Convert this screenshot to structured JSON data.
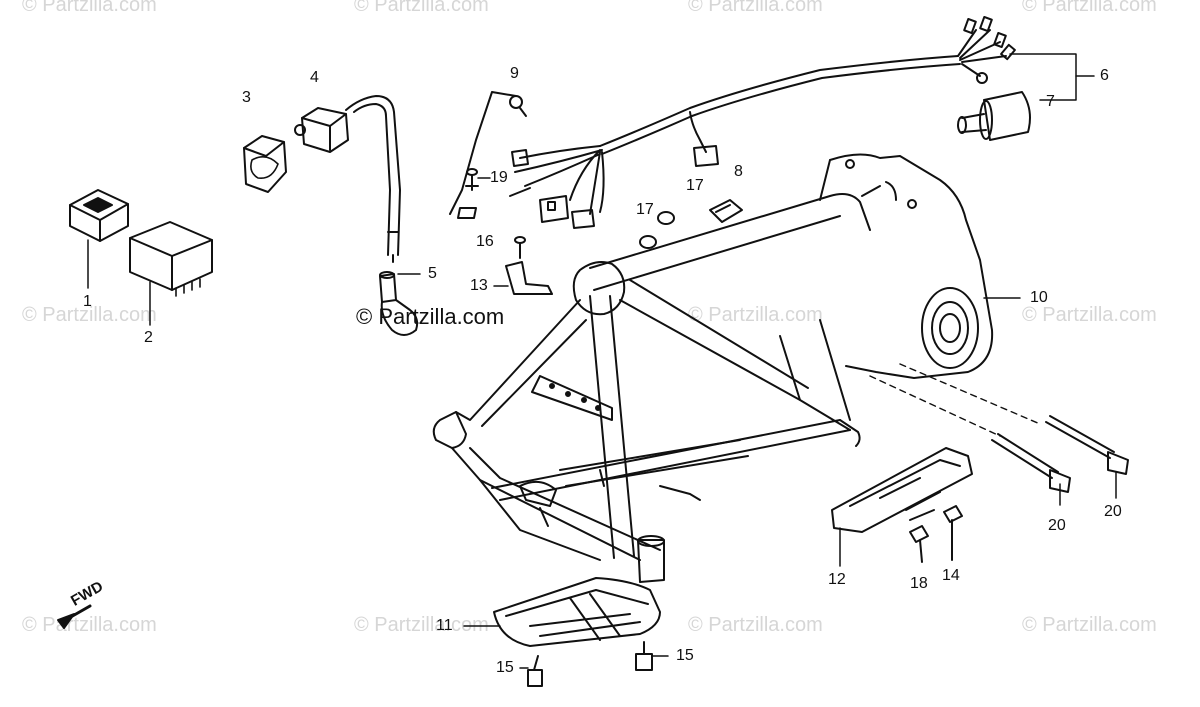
{
  "watermark": {
    "text": "© Partzilla.com",
    "center_text": "© Partzilla.com"
  },
  "direction_marker": "FWD",
  "callouts": [
    "1",
    "2",
    "3",
    "4",
    "5",
    "6",
    "7",
    "8",
    "9",
    "10",
    "11",
    "12",
    "13",
    "14",
    "15",
    "15",
    "16",
    "17",
    "17",
    "18",
    "19",
    "20",
    "20"
  ],
  "colors": {
    "line": "#111111",
    "watermark": "#d6d6d6",
    "background": "#ffffff"
  }
}
